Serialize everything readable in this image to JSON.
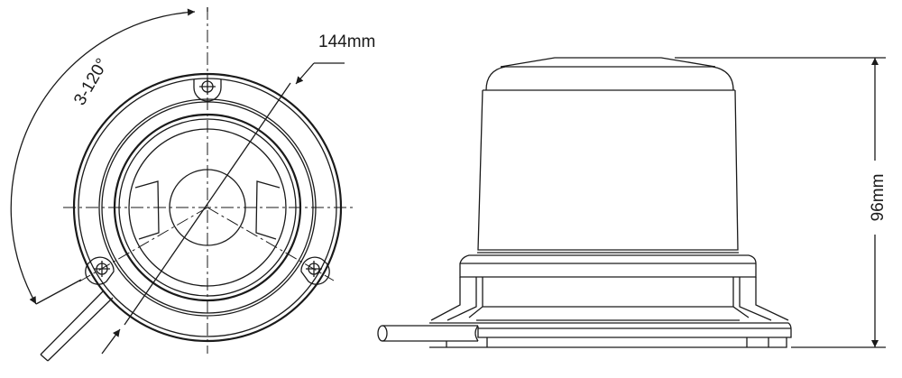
{
  "top_view": {
    "angle_label": "3-120°",
    "diameter_label": "144mm"
  },
  "side_view": {
    "height_label": "96mm"
  },
  "line_color": "#1a1a1a"
}
